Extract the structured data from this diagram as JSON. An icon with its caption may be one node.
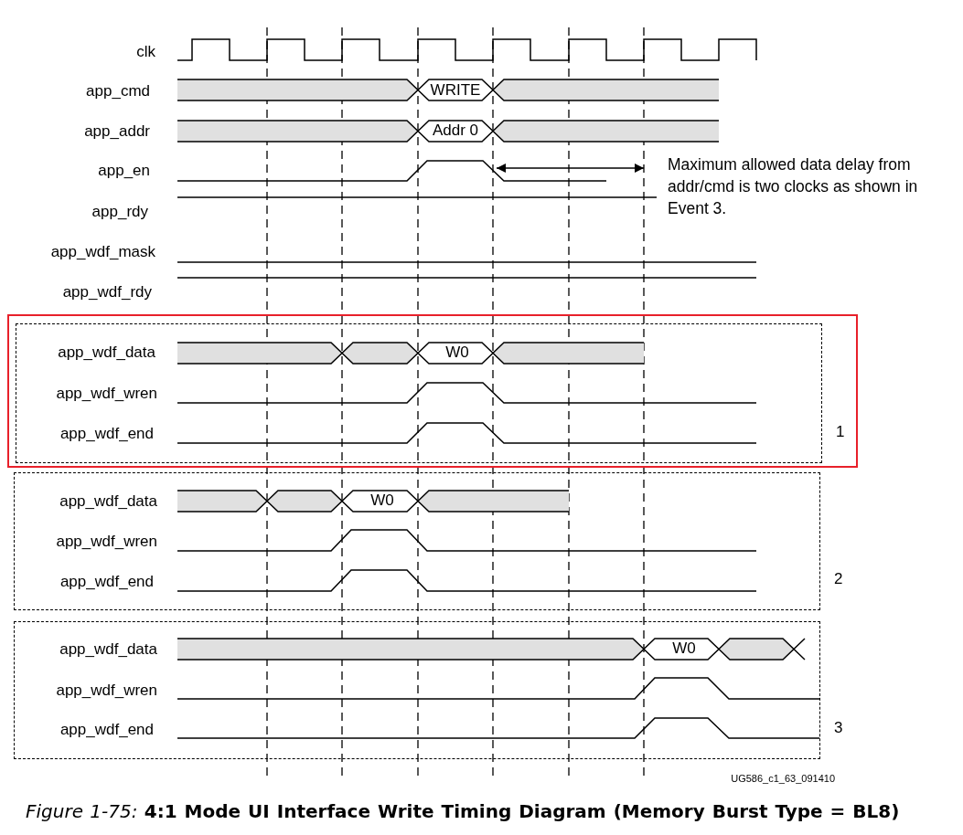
{
  "diagram": {
    "caption": "*Figure 1-75:* **4:1 Mode UI Interface Write Timing Diagram (Memory Burst Type = BL8)**",
    "nodes": [
      {
        "text": [],
        "shape": "box"
      },
      {
        "text": [
          "1"
        ],
        "in": 0
      },
      {
        "text": [
          "2"
        ]
      },
      {
        "text": [
          "3"
        ]
      }
    ],
    "labels": [
      "clk",
      "app_cmd",
      "WRITE",
      "app_addr",
      "Addr 0",
      "app_en",
      "Maximum allowed data delay from addr/cmd is two clocks as shown in Event 3.",
      "app_rdy",
      "app_wdf_mask",
      "app_wdf_rdy",
      "app_wdf_data",
      "W0",
      "app_wdf_wren",
      "app_wdf_end",
      "app_wdf_data",
      "W0",
      "app_wdf_wren",
      "app_wdf_end",
      "app_wdf_data",
      "W0",
      "app_wdf_wren",
      "app_wdf_end",
      "UG586_c1_63_091410"
    ]
  }
}
